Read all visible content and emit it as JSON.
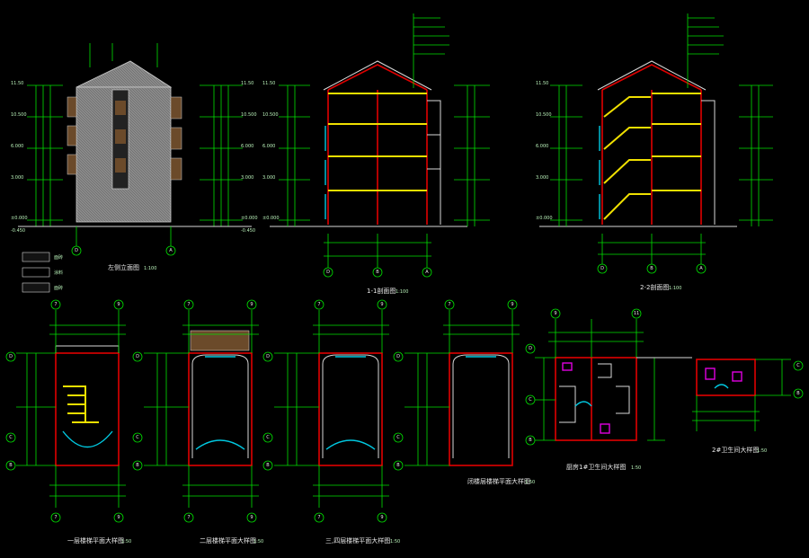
{
  "colors": {
    "background": "#000000",
    "dimension": "#00e000",
    "wall": "#e00000",
    "floor_slab": "#f0e000",
    "window": "#00c8e0",
    "outline": "#d8d8d8",
    "fixture": "#e000e0"
  },
  "elevation": {
    "levels_left": [
      "11.50",
      "10.500",
      "6.000",
      "3.000",
      "±0.000",
      "-0.450"
    ],
    "levels_right": [
      "11.50",
      "10.500",
      "6.000",
      "3.000",
      "±0.000",
      "-0.450"
    ],
    "axis_labels": [
      "D",
      "A"
    ],
    "title": "左侧立面图",
    "scale": "1:100"
  },
  "legend": {
    "items": [
      "面砖",
      "涂料",
      "面砖"
    ]
  },
  "section1": {
    "title": "1-1剖面图",
    "scale": "1:100",
    "axis_labels": [
      "D",
      "B",
      "A"
    ],
    "levels": [
      "11.50",
      "10.500",
      "6.000",
      "3.000",
      "±0.000"
    ]
  },
  "section2": {
    "title": "2-2剖面图",
    "scale": "1:100",
    "axis_labels": [
      "D",
      "B",
      "A"
    ],
    "levels": [
      "11.50",
      "10.500",
      "6.000",
      "3.000",
      "±0.000"
    ]
  },
  "plans": [
    {
      "title": "一层楼梯平面大样图",
      "scale": "1:50",
      "axes_top": [
        "7",
        "9"
      ],
      "axes_side": [
        "D",
        "C",
        "B"
      ]
    },
    {
      "title": "二层楼梯平面大样图",
      "scale": "1:50",
      "axes_top": [
        "7",
        "9"
      ],
      "axes_side": [
        "D",
        "C",
        "B"
      ]
    },
    {
      "title": "三,四层楼梯平面大样图",
      "scale": "1:50",
      "axes_top": [
        "7",
        "9"
      ],
      "axes_side": [
        "D",
        "C",
        "B"
      ]
    },
    {
      "title": "闭楼层楼梯平面大样图",
      "scale": "1:50",
      "axes_top": [
        "7",
        "9"
      ],
      "axes_side": [
        "D",
        "C",
        "B"
      ]
    }
  ],
  "kitchen": {
    "title": "厨房1#卫生间大样图",
    "scale": "1:50",
    "axes_top": [
      "9",
      "11"
    ],
    "axes_side": [
      "D",
      "C",
      "B"
    ]
  },
  "bath2": {
    "title": "2#卫生间大样图",
    "scale": "1:50",
    "axes_side": [
      "C",
      "B"
    ]
  }
}
